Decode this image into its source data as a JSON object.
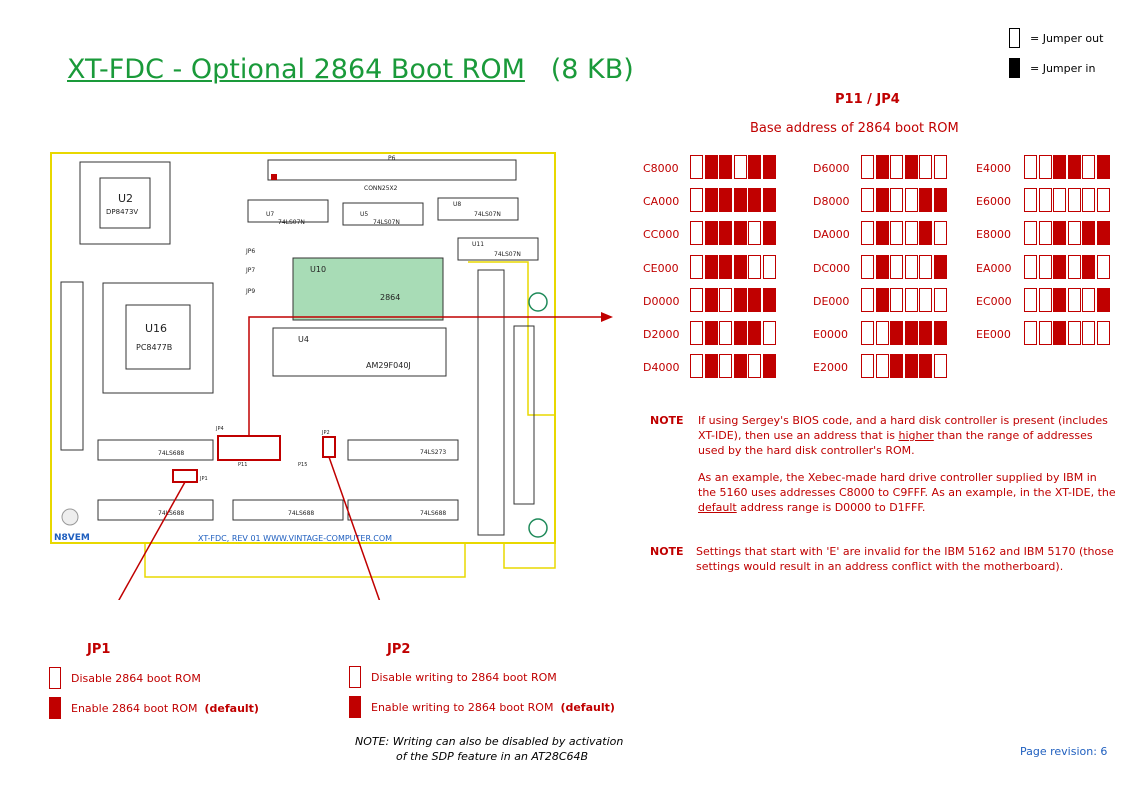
{
  "title": {
    "main": "XT-FDC  -  Optional 2864 Boot ROM",
    "size": "(8 KB)"
  },
  "legend": {
    "out": "= Jumper out",
    "in": "= Jumper in"
  },
  "header": {
    "title": "P11 / JP4",
    "subtitle": "Base address of 2864 boot ROM"
  },
  "addresses": [
    {
      "label": "C8000",
      "bits": [
        0,
        1,
        1,
        0,
        1,
        1
      ]
    },
    {
      "label": "CA000",
      "bits": [
        0,
        1,
        1,
        1,
        1,
        1
      ]
    },
    {
      "label": "CC000",
      "bits": [
        0,
        1,
        1,
        1,
        0,
        1
      ]
    },
    {
      "label": "CE000",
      "bits": [
        0,
        1,
        1,
        1,
        0,
        0
      ]
    },
    {
      "label": "D0000",
      "bits": [
        0,
        1,
        0,
        1,
        1,
        1
      ]
    },
    {
      "label": "D2000",
      "bits": [
        0,
        1,
        0,
        1,
        1,
        0
      ]
    },
    {
      "label": "D4000",
      "bits": [
        0,
        1,
        0,
        1,
        0,
        1
      ]
    },
    {
      "label": "D6000",
      "bits": [
        0,
        1,
        0,
        1,
        0,
        0
      ]
    },
    {
      "label": "D8000",
      "bits": [
        0,
        1,
        0,
        0,
        1,
        1
      ]
    },
    {
      "label": "DA000",
      "bits": [
        0,
        1,
        0,
        0,
        1,
        0
      ]
    },
    {
      "label": "DC000",
      "bits": [
        0,
        1,
        0,
        0,
        0,
        1
      ]
    },
    {
      "label": "DE000",
      "bits": [
        0,
        1,
        0,
        0,
        0,
        0
      ]
    },
    {
      "label": "E0000",
      "bits": [
        0,
        0,
        1,
        1,
        1,
        1
      ]
    },
    {
      "label": "E2000",
      "bits": [
        0,
        0,
        1,
        1,
        1,
        0
      ]
    },
    {
      "label": "E4000",
      "bits": [
        0,
        0,
        1,
        1,
        0,
        1
      ]
    },
    {
      "label": "E6000",
      "bits": [
        0,
        0,
        0,
        0,
        0,
        0
      ]
    },
    {
      "label": "E8000",
      "bits": [
        0,
        0,
        1,
        0,
        1,
        1
      ]
    },
    {
      "label": "EA000",
      "bits": [
        0,
        0,
        1,
        0,
        1,
        0
      ]
    },
    {
      "label": "EC000",
      "bits": [
        0,
        0,
        1,
        0,
        0,
        1
      ]
    },
    {
      "label": "EE000",
      "bits": [
        0,
        0,
        1,
        0,
        0,
        0
      ]
    }
  ],
  "notes": {
    "label": "NOTE",
    "note1_a": "If using Sergey's BIOS code, and a hard disk controller is present (includes",
    "note1_b_pre": "XT-IDE), then use an address that is ",
    "note1_b_u": "higher",
    "note1_b_post": " than the range of addresses",
    "note1_c": "used by the hard disk controller's ROM.",
    "note1_d": "As an example, the Xebec-made hard drive controller supplied by IBM in",
    "note1_e": "the 5160 uses addresses C8000 to C9FFF.  As an example, in the XT-IDE, the",
    "note1_f_u": "default",
    "note1_f_post": " address range is D0000 to D1FFF.",
    "note2_a": "Settings that start with 'E' are invalid for the IBM 5162 and IBM 5170  (those",
    "note2_b": "settings would result in an address conflict with the motherboard)."
  },
  "jp1": {
    "title": "JP1",
    "out": "Disable 2864 boot ROM",
    "in": "Enable 2864 boot ROM",
    "default": "(default)"
  },
  "jp2": {
    "title": "JP2",
    "out": "Disable writing to 2864 boot ROM",
    "in": "Enable writing to 2864 boot ROM",
    "default": "(default)"
  },
  "note3": {
    "line1": "NOTE:  Writing can also be disabled by activation",
    "line2": "of the SDP feature in an AT28C64B"
  },
  "revision": "Page revision: 6",
  "board": {
    "u2": "U2",
    "u2b": "DP8473V",
    "u16": "U16",
    "u16b": "PC8477B",
    "u10": "U10",
    "u10b": "2864",
    "u4": "U4",
    "u4b": "AM29F040J",
    "u7": "U7",
    "u5": "U5",
    "u8": "U8",
    "u11": "U11",
    "ls07": "74LS07N",
    "ls688": "74LS688",
    "ls273": "74LS273",
    "p6": "P6",
    "p11": "P11",
    "p15": "P15",
    "jp1": "JP1",
    "jp2": "JP2",
    "jp4": "JP4",
    "jp6": "JP6",
    "jp7": "JP7",
    "jp9": "JP9",
    "footer": "XT-FDC, REV 01 WWW.VINTAGE-COMPUTER.COM",
    "logo": "N8VEM",
    "conn": "CONN25X2"
  }
}
